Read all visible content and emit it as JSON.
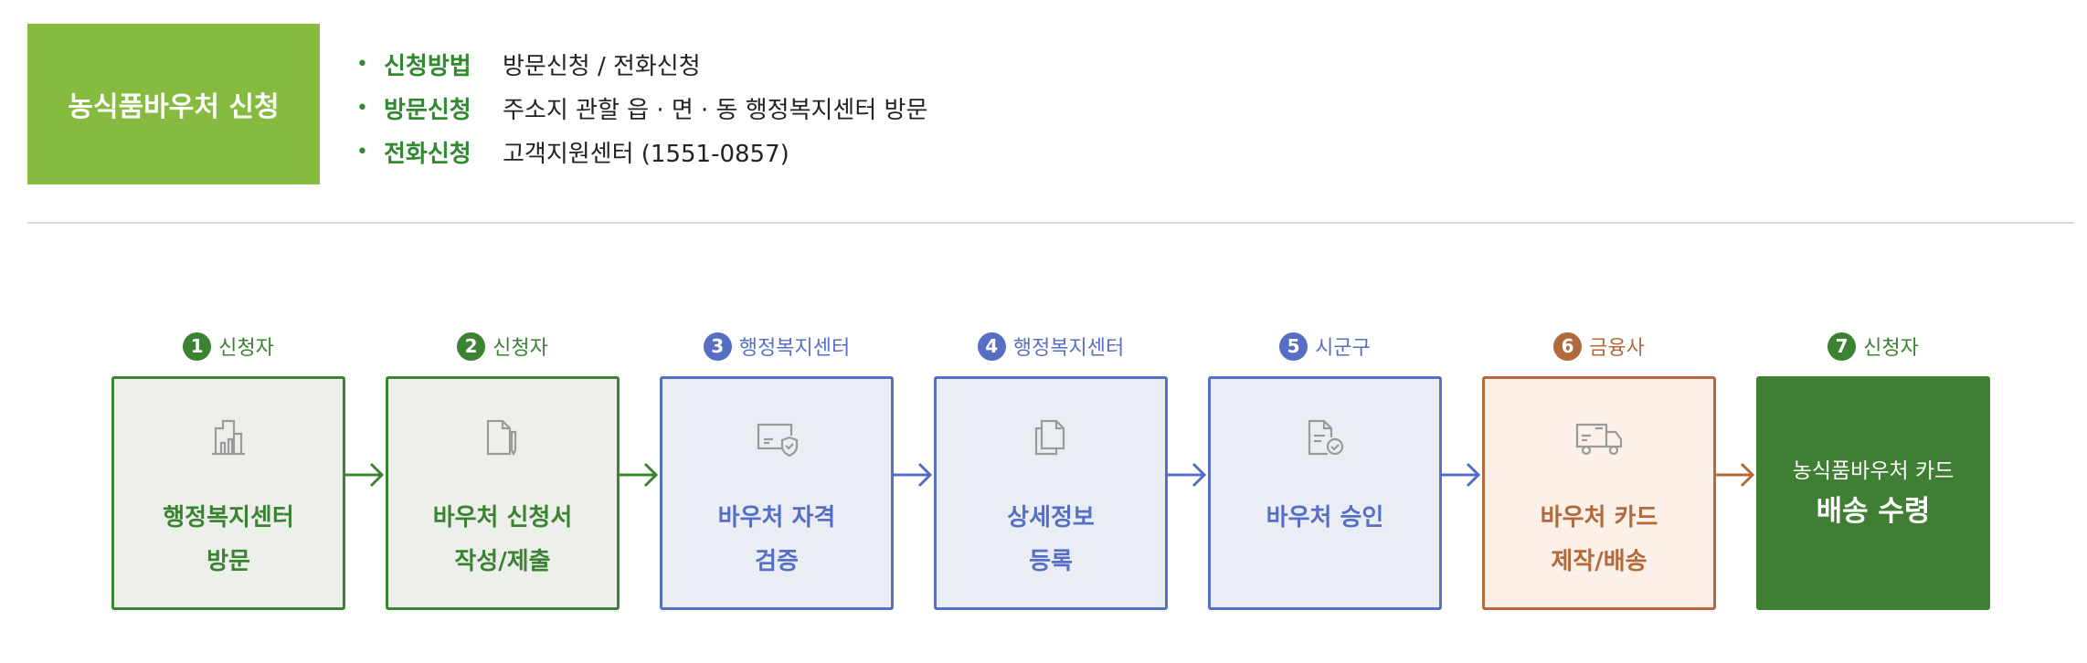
{
  "badge": {
    "label": "농식품바우처 신청"
  },
  "info": [
    {
      "bullet": "•",
      "label": "신청방법",
      "value": "방문신청 / 전화신청"
    },
    {
      "bullet": "•",
      "label": "방문신청",
      "value": "주소지 관할 읍 · 면 · 동 행정복지센터 방문"
    },
    {
      "bullet": "•",
      "label": "전화신청",
      "value": "고객지원센터 (1551-0857)"
    }
  ],
  "colors": {
    "badge": "#86bb40",
    "green": "#3c8233",
    "green_bg": "#edf0ea",
    "blue": "#566fc4",
    "blue_bg": "#eaeef4",
    "brown": "#b06a3b",
    "brown_bg": "#fcf0e9",
    "final_bg": "#3f7e33"
  },
  "steps": [
    {
      "num": "1",
      "actor": "신청자",
      "line1": "행정복지센터",
      "line2": "방문",
      "icon": "building-icon"
    },
    {
      "num": "2",
      "actor": "신청자",
      "line1": "바우처 신청서",
      "line2": "작성/제출",
      "icon": "document-pen-icon"
    },
    {
      "num": "3",
      "actor": "행정복지센터",
      "line1": "바우처 자격",
      "line2": "검증",
      "icon": "card-shield-icon"
    },
    {
      "num": "4",
      "actor": "행정복지센터",
      "line1": "상세정보",
      "line2": "등록",
      "icon": "copy-documents-icon"
    },
    {
      "num": "5",
      "actor": "시군구",
      "line1": "바우처 승인",
      "line2": "",
      "icon": "document-check-icon"
    },
    {
      "num": "6",
      "actor": "금융사",
      "line1": "바우처 카드",
      "line2": "제작/배송",
      "icon": "delivery-truck-icon"
    },
    {
      "num": "7",
      "actor": "신청자",
      "line1": "농식품바우처 카드",
      "line2": "배송 수령",
      "icon": ""
    }
  ]
}
